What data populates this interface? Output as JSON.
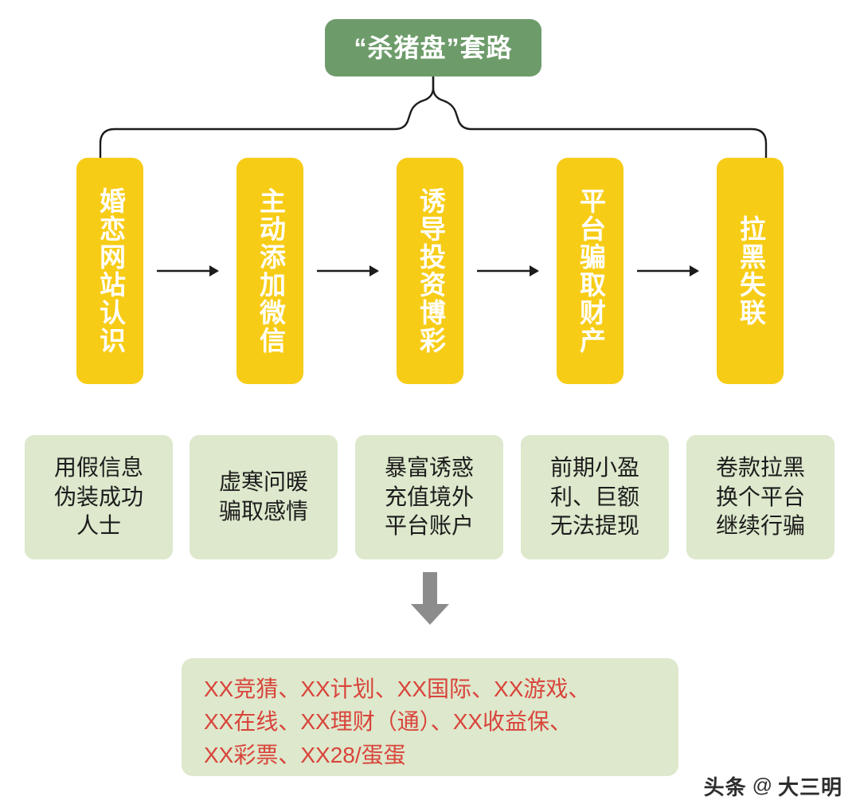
{
  "title": {
    "text": "“杀猪盘”套路"
  },
  "colors": {
    "title_bg": "#6d9c6a",
    "stage_bg": "#f7cc16",
    "desc_bg": "#dde8cc",
    "list_text": "#d9443b",
    "stage_text": "#ffffff",
    "arrow": "#1c1c1c",
    "down_arrow": "#8c8c8c"
  },
  "stages": [
    {
      "label": "婚恋网站认识"
    },
    {
      "label": "主动添加微信"
    },
    {
      "label": "诱导投资博彩"
    },
    {
      "label": "平台骗取财产"
    },
    {
      "label": "拉黑失联"
    }
  ],
  "descriptions": [
    {
      "text": "用假信息\n伪装成功\n人士"
    },
    {
      "text": "虚寒问暖\n骗取感情"
    },
    {
      "text": "暴富诱惑\n充值境外\n平台账户"
    },
    {
      "text": "前期小盈\n利、巨额\n无法提现"
    },
    {
      "text": "卷款拉黑\n换个平台\n继续行骗"
    }
  ],
  "bottom_list": {
    "text": "XX竞猜、XX计划、XX国际、XX游戏、\nXX在线、XX理财（通）、XX收益保、\nXX彩票、XX28/蛋蛋"
  },
  "watermark": {
    "logo": "头条",
    "at": "@",
    "name": "大三明"
  }
}
